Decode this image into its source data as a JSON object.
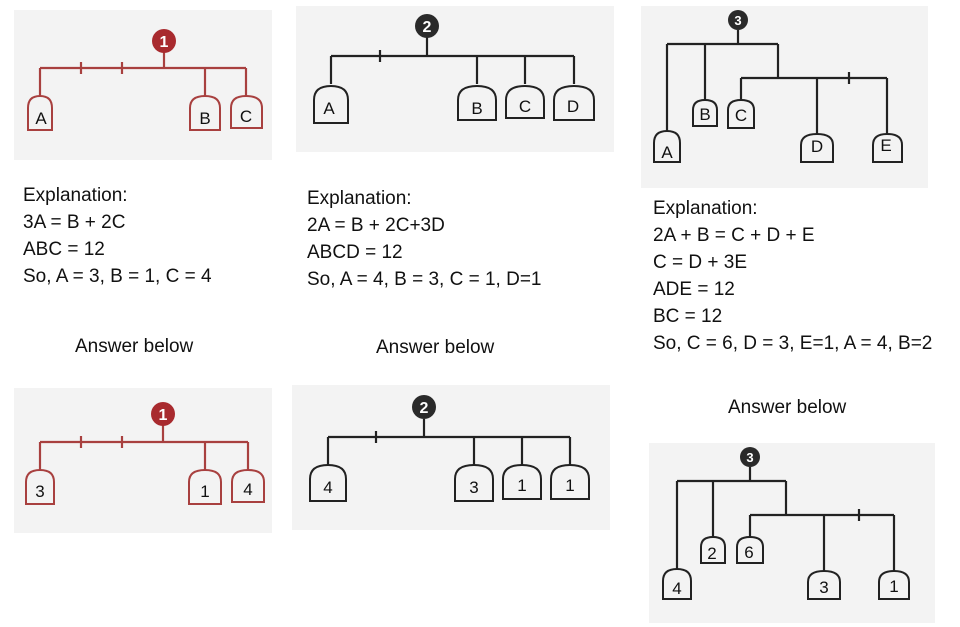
{
  "colors": {
    "red": "#a8403f",
    "red_badge": "#a82a2e",
    "dark": "#222222",
    "dark_badge": "#2a2a2a",
    "grid": "#e2e2e2"
  },
  "puzzles": [
    {
      "badge": "1",
      "weights": [
        "A",
        "B",
        "C"
      ],
      "answers": [
        "3",
        "1",
        "4"
      ],
      "explanation_title": "Explanation:",
      "explanation": [
        "3A = B + 2C",
        "ABC = 12",
        "So, A = 3, B = 1, C = 4"
      ],
      "answer_label": "Answer below"
    },
    {
      "badge": "2",
      "weights": [
        "A",
        "B",
        "C",
        "D"
      ],
      "answers": [
        "4",
        "3",
        "1",
        "1"
      ],
      "explanation_title": "Explanation:",
      "explanation": [
        "2A = B + 2C+3D",
        "ABCD = 12",
        "So, A = 4, B = 3, C = 1, D=1"
      ],
      "answer_label": "Answer below"
    },
    {
      "badge": "3",
      "weights": [
        "A",
        "B",
        "C",
        "D",
        "E"
      ],
      "answers": [
        "4",
        "2",
        "6",
        "3",
        "1"
      ],
      "explanation_title": "Explanation:",
      "explanation": [
        "2A + B = C + D + E",
        "C = D + 3E",
        "ADE = 12",
        "BC = 12",
        "So, C = 6, D = 3, E=1, A = 4, B=2"
      ],
      "answer_label": "Answer below"
    }
  ]
}
